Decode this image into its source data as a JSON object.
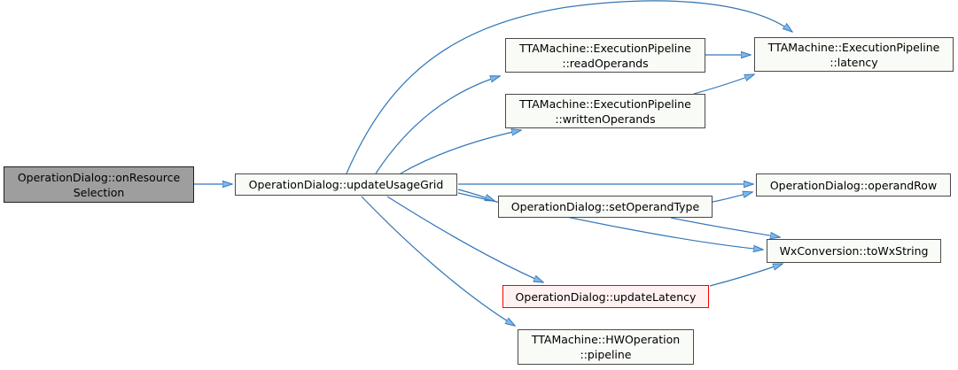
{
  "diagram": {
    "type": "doxygen-call-graph",
    "nodes": [
      {
        "id": "onResourceSelection",
        "label": "OperationDialog::onResource\nSelection",
        "style": "current"
      },
      {
        "id": "updateUsageGrid",
        "label": "OperationDialog::updateUsageGrid",
        "style": "normal"
      },
      {
        "id": "readOperands",
        "label": "TTAMachine::ExecutionPipeline\n::readOperands",
        "style": "normal"
      },
      {
        "id": "latency",
        "label": "TTAMachine::ExecutionPipeline\n::latency",
        "style": "normal"
      },
      {
        "id": "writtenOperands",
        "label": "TTAMachine::ExecutionPipeline\n::writtenOperands",
        "style": "normal"
      },
      {
        "id": "operandRow",
        "label": "OperationDialog::operandRow",
        "style": "normal"
      },
      {
        "id": "setOperandType",
        "label": "OperationDialog::setOperandType",
        "style": "normal"
      },
      {
        "id": "toWxString",
        "label": "WxConversion::toWxString",
        "style": "normal"
      },
      {
        "id": "updateLatency",
        "label": "OperationDialog::updateLatency",
        "style": "truncated"
      },
      {
        "id": "pipeline",
        "label": "TTAMachine::HWOperation\n::pipeline",
        "style": "normal"
      }
    ],
    "edges": [
      {
        "from": "onResourceSelection",
        "to": "updateUsageGrid"
      },
      {
        "from": "updateUsageGrid",
        "to": "latency"
      },
      {
        "from": "updateUsageGrid",
        "to": "readOperands"
      },
      {
        "from": "updateUsageGrid",
        "to": "writtenOperands"
      },
      {
        "from": "updateUsageGrid",
        "to": "operandRow"
      },
      {
        "from": "updateUsageGrid",
        "to": "setOperandType"
      },
      {
        "from": "updateUsageGrid",
        "to": "toWxString"
      },
      {
        "from": "updateUsageGrid",
        "to": "updateLatency"
      },
      {
        "from": "updateUsageGrid",
        "to": "pipeline"
      },
      {
        "from": "readOperands",
        "to": "latency"
      },
      {
        "from": "writtenOperands",
        "to": "latency"
      },
      {
        "from": "setOperandType",
        "to": "operandRow"
      },
      {
        "from": "setOperandType",
        "to": "toWxString"
      },
      {
        "from": "updateLatency",
        "to": "toWxString"
      }
    ],
    "colors": {
      "edge": "#3376b8",
      "arrowhead": "#7cb8ec",
      "node_border": "#4a4a4a",
      "node_fill": "#f9fbf7",
      "current_fill": "#9e9e9e",
      "current_border": "#1f1f1f",
      "truncated_border": "#ff0000",
      "truncated_fill": "#fff1f1",
      "text": "#000000",
      "background": "#ffffff"
    }
  }
}
